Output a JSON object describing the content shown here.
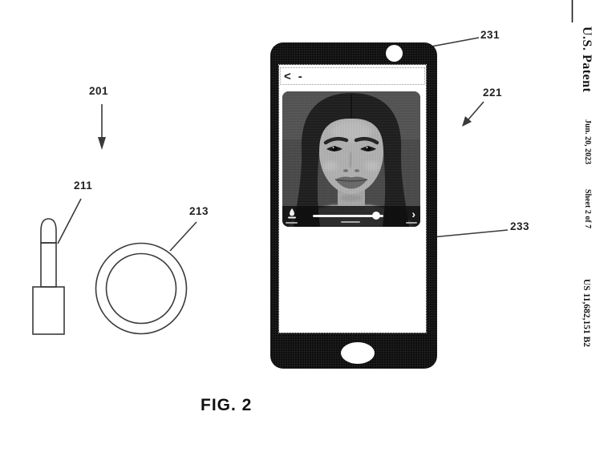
{
  "page": {
    "figure_label": "FIG. 2",
    "background_color": "#ffffff",
    "line_color": "#3a3a3a"
  },
  "header": {
    "title": "U.S. Patent",
    "date": "Jun. 20, 2023",
    "sheet": "Sheet 2 of 7",
    "patent_number": "US 11,682,151 B2"
  },
  "reference_labels": {
    "figure_group": "201",
    "lipstick": "211",
    "ring": "213",
    "device": "221",
    "camera": "231",
    "screen_area": "233"
  },
  "phone_ui": {
    "back_chevron": "<",
    "nav_dash": "-",
    "next_chevron": "›",
    "icons": {
      "camera": "camera-lens-circle",
      "home": "home-button-ellipse",
      "left_tool": "makeup-tool-icon",
      "slider": "intensity-slider"
    }
  }
}
